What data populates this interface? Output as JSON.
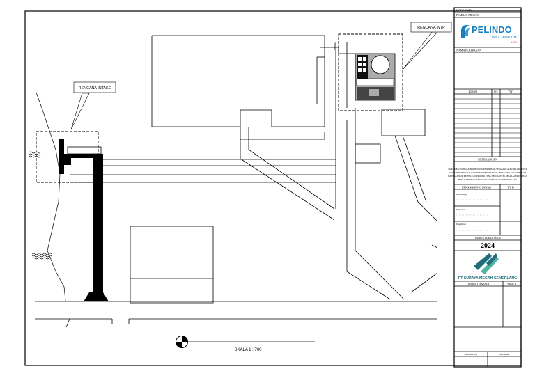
{
  "drawing": {
    "labels": {
      "intake": "RENCANA INTAKE",
      "wtp": "RENCANA WTP",
      "scale": "SKALA 1 : 700"
    }
  },
  "title_block": {
    "kode_form": "KODE FORM : ...",
    "pemilik_proyek": "PEMILIK PROYEK",
    "logo": {
      "name": "PELINDO",
      "subtitle": "JASA MARITIM",
      "suffix": "LCO",
      "colors": {
        "primary": "#1a7fc1",
        "accent": "#d93a2b"
      }
    },
    "nama_pekerjaan": "NAMA PEKERJAAN",
    "nama_pekerjaan_value": "......................................................",
    "revisi_headers": [
      "REVISI",
      "NO.",
      "TTD"
    ],
    "keterangan": "KETERANGAN",
    "keterangan_text": [
      "DOKUMEN INI TIDAK BOLEH DIPRODUKSI BAIK SEBAGIAN ATAU SELURUHNYA",
      "TANPA IZIN TERTULIS DARI PIHAK PERUSAHAAN. PENGGUNAAN GAMBAR INI",
      "HANYA UNTUK KEPERLUAN PROYEK YANG TERCANTUM. SEGALA PERUBAHAN",
      "HARUS SEPENGETAHUAN DAN PERSETUJUAN PERENCANA"
    ],
    "penanggung_jawab": "PENANGGUNG JAWAB",
    "ttd": "T T D",
    "roles": [
      "Dirancang",
      "Diperiksa",
      "Digambar"
    ],
    "tahun_label": "TAHUN PEKERJAAN",
    "tahun": "2024",
    "company": "PT SURAYA MEGAH CEMERLANG",
    "company_colors": {
      "dark": "#1f6e7a",
      "light": "#4fb3a0"
    },
    "judul_gambar": "JUDUL GAMBAR",
    "skala": "SKALA",
    "nomor_ur": "NOMOR UR",
    "jml_gbr": "JML GBR"
  }
}
